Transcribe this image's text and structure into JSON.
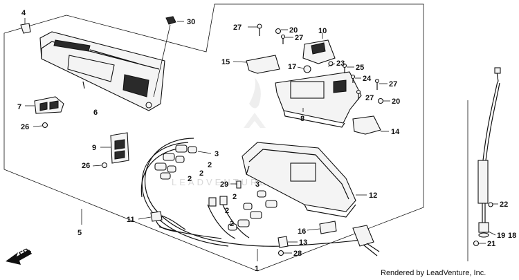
{
  "callouts": [
    "4",
    "30",
    "6",
    "7",
    "26",
    "9",
    "26",
    "5",
    "11",
    "3",
    "2",
    "2",
    "2",
    "27",
    "20",
    "27",
    "10",
    "15",
    "17",
    "23",
    "25",
    "24",
    "27",
    "27",
    "20",
    "8",
    "14",
    "12",
    "29",
    "3",
    "2",
    "2",
    "2",
    "16",
    "13",
    "28",
    "1",
    "22",
    "19",
    "18",
    "21"
  ],
  "direction_label": "FR.",
  "credit": "Rendered by LeadVenture, Inc.",
  "watermark": "LEADVENTURE"
}
